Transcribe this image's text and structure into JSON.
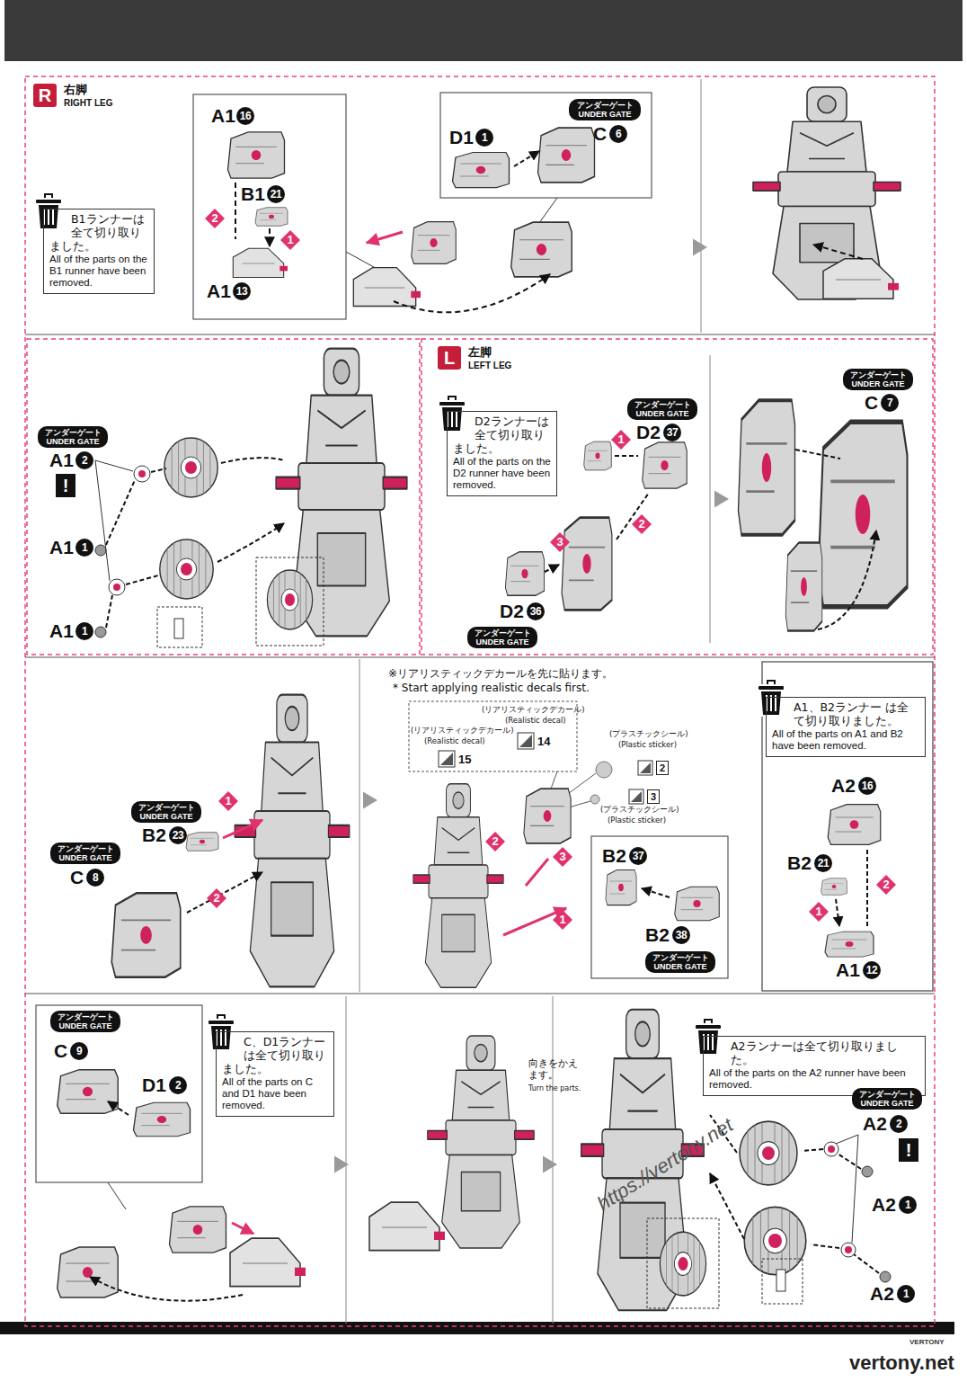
{
  "diagram": {
    "nodes": [
      {
        "text": [
          "R",
          "右脚",
          "RIGHT LEG"
        ]
      },
      {
        "text": [
          "B1ランナーは 全て切り取り ました。",
          "All of the parts on the B1 runner have been removed."
        ]
      },
      {
        "text": [
          "アンダーゲート",
          "UNDER GATE"
        ]
      },
      {
        "text": [
          "アンダーゲート",
          "UNDER GATE"
        ]
      },
      {
        "text": [
          "!"
        ]
      },
      {
        "text": [
          "L",
          "左脚",
          "LEFT LEG"
        ]
      },
      {
        "text": [
          "D2ランナーは 全て切り取り ました。",
          "All of the parts on the D2 runner have been removed."
        ]
      },
      {
        "text": [
          "アンダーゲート",
          "UNDER GATE"
        ]
      },
      {
        "text": [
          "アンダーゲート",
          "UNDER GATE"
        ]
      },
      {
        "text": [
          "アンダーゲート",
          "UNDER GATE"
        ]
      },
      {
        "text": [
          "アンダーゲート",
          "UNDER GATE"
        ]
      },
      {
        "text": [
          "アンダーゲート",
          "UNDER GATE"
        ]
      },
      {
        "text": [
          "2"
        ]
      },
      {
        "text": [
          "3"
        ]
      },
      {
        "text": [
          "アンダーゲート",
          "UNDER GATE"
        ]
      },
      {
        "text": [
          "A1、B2ランナー は全て切り取りました。",
          "All of the parts on A1 and B2 have been removed."
        ]
      },
      {
        "text": [
          "アンダーゲート",
          "UNDER GATE"
        ]
      },
      {
        "text": [
          "C、D1ランナー は全て切り取り ました。",
          "All of the parts on C and D1 have been removed."
        ]
      },
      {
        "text": [
          "A2ランナーは全て切り取りました。",
          "All of the parts on the A2 runner have been removed."
        ]
      },
      {
        "text": [
          "アンダーゲート",
          "UNDER GATE"
        ]
      },
      {
        "text": [
          "!"
        ]
      }
    ],
    "labels": [
      "A1",
      "16",
      "B1",
      "21",
      "2",
      "1",
      "A1",
      "13",
      "D1",
      "1",
      "C",
      "6",
      "A1",
      "2",
      "A1",
      "1",
      "A1",
      "1",
      "D2",
      "37",
      "1",
      "2",
      "3",
      "D2",
      "36",
      "C",
      "7",
      "1",
      "B2",
      "23",
      "C",
      "8",
      "2",
      "※リアリスティックデカールを先に貼ります。",
      "* Start applying realistic decals first.",
      "(リアリスティックデカール)",
      "(Realistic decal)",
      "14",
      "(リアリスティックデカール)",
      "(Realistic decal)",
      "15",
      "(プラスチックシール)",
      "(Plastic sticker)",
      "(プラスチックシール)",
      "(Plastic sticker)",
      "2",
      "3",
      "1",
      "B2",
      "37",
      "B2",
      "38",
      "A2",
      "16",
      "B2",
      "21",
      "1",
      "2",
      "A1",
      "12",
      "C",
      "9",
      "D1",
      "2",
      "向きをかえます。",
      "Turn the parts.",
      "A2",
      "2",
      "A2",
      "1",
      "A2",
      "1",
      "https://vertony.net",
      "vertony.net",
      "VERTONY"
    ]
  }
}
